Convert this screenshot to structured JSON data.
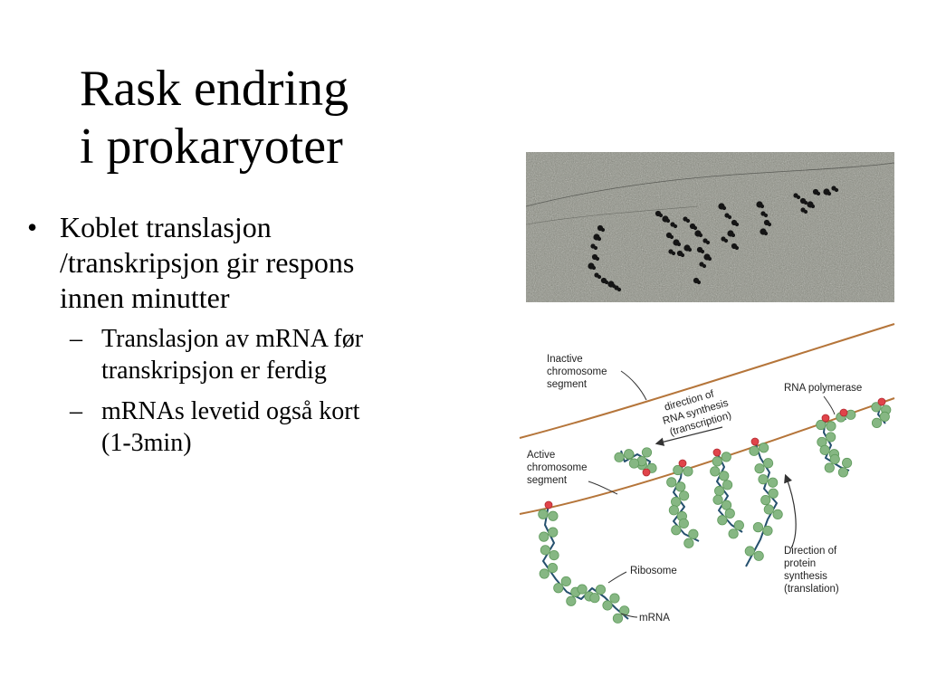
{
  "slide": {
    "title_lines": [
      "Rask endring",
      "i prokaryoter"
    ],
    "bullet": {
      "mark": "•",
      "lines": [
        "Koblet translasjon",
        "/transkripsjon gir respons",
        "innen minutter"
      ]
    },
    "subbullets": [
      {
        "mark": "–",
        "lines": [
          "Translasjon av mRNA før",
          "transkripsjon er ferdig"
        ]
      },
      {
        "mark": "–",
        "lines": [
          "mRNAs levetid også kort",
          "(1-3min)"
        ]
      }
    ]
  },
  "diagram": {
    "labels": {
      "inactive": [
        "Inactive",
        "chromosome",
        "segment"
      ],
      "direction_rna": [
        "direction of",
        "RNA synthesis",
        "(transcription)"
      ],
      "rna_polymerase": "RNA polymerase",
      "active": [
        "Active",
        "chromosome",
        "segment"
      ],
      "ribosome": "Ribosome",
      "mrna": "mRNA",
      "direction_protein": [
        "Direction of",
        "protein",
        "synthesis",
        "(translation)"
      ]
    },
    "colors": {
      "dna": "#b5753a",
      "polymerase": "#e0444a",
      "ribosome": "#86b783",
      "ribosome_edge": "#5f9a5c",
      "mrna": "#25506e",
      "micrograph_bg": "#8f9188"
    }
  }
}
